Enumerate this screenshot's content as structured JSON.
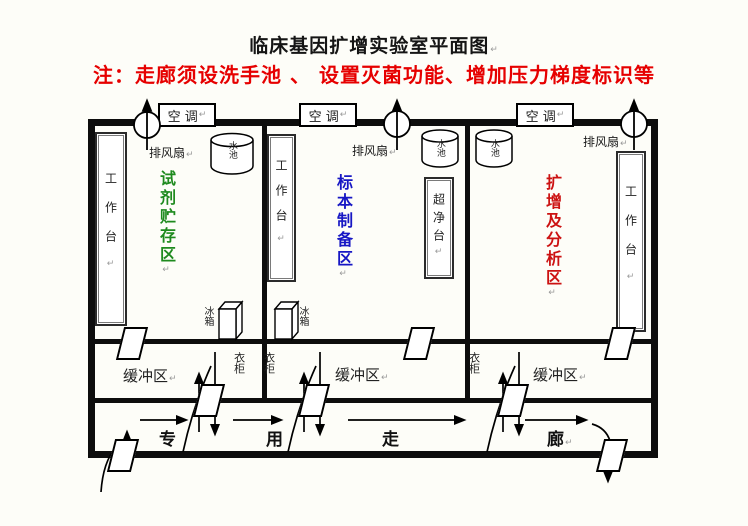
{
  "title": "临床基因扩增实验室平面图",
  "note": "注：走廊须设洗手池 、 设置灭菌功能、增加压力梯度标识等",
  "marks": {
    "pilcrow": "↵"
  },
  "colors": {
    "note_red": "#e60000",
    "zone_green": "#1e8a1e",
    "zone_blue": "#1717c4",
    "zone_red": "#cc1212",
    "wall": "#0d0d0d"
  },
  "hvac": {
    "ac_label": "空 调",
    "fan_label": "排风扇"
  },
  "equipment": {
    "worktable": "工作台",
    "sink": "水池",
    "fridge": "冰箱",
    "clean_bench": "超净台",
    "wardrobe": "衣柜"
  },
  "zones": {
    "reagent": "试剂贮存区",
    "specimen": "标本制备区",
    "amplification": "扩增及分析区",
    "buffer": "缓冲区"
  },
  "corridor": {
    "chars": [
      "专",
      "用",
      "走",
      "廊"
    ]
  }
}
